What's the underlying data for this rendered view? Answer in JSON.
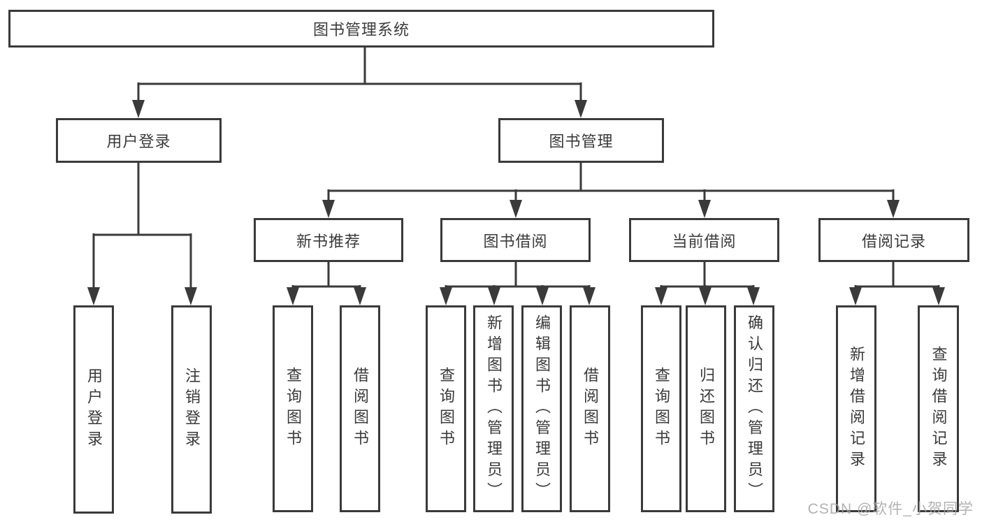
{
  "diagram": {
    "root": {
      "label": "图书管理系统"
    },
    "branches": [
      {
        "label": "用户登录",
        "children": [
          {
            "label": "用户登录"
          },
          {
            "label": "注销登录"
          }
        ]
      },
      {
        "label": "图书管理",
        "children": [
          {
            "label": "新书推荐",
            "children": [
              {
                "label": "查询图书"
              },
              {
                "label": "借阅图书"
              }
            ]
          },
          {
            "label": "图书借阅",
            "children": [
              {
                "label": "查询图书"
              },
              {
                "label": "新增图书（管理员）"
              },
              {
                "label": "编辑图书（管理员）"
              },
              {
                "label": "借阅图书"
              }
            ]
          },
          {
            "label": "当前借阅",
            "children": [
              {
                "label": "查询图书"
              },
              {
                "label": "归还图书"
              },
              {
                "label": "确认归还（管理员）"
              }
            ]
          },
          {
            "label": "借阅记录",
            "children": [
              {
                "label": "新增借阅记录"
              },
              {
                "label": "查询借阅记录"
              }
            ]
          }
        ]
      }
    ]
  },
  "watermark": {
    "text": "CSDN @软件_小贺同学",
    "color": "#a5a5a5"
  },
  "colors": {
    "line": "#3a3a3a",
    "text": "#3a3a3a",
    "box_background": "#ffffff",
    "page_background": "#ffffff"
  }
}
